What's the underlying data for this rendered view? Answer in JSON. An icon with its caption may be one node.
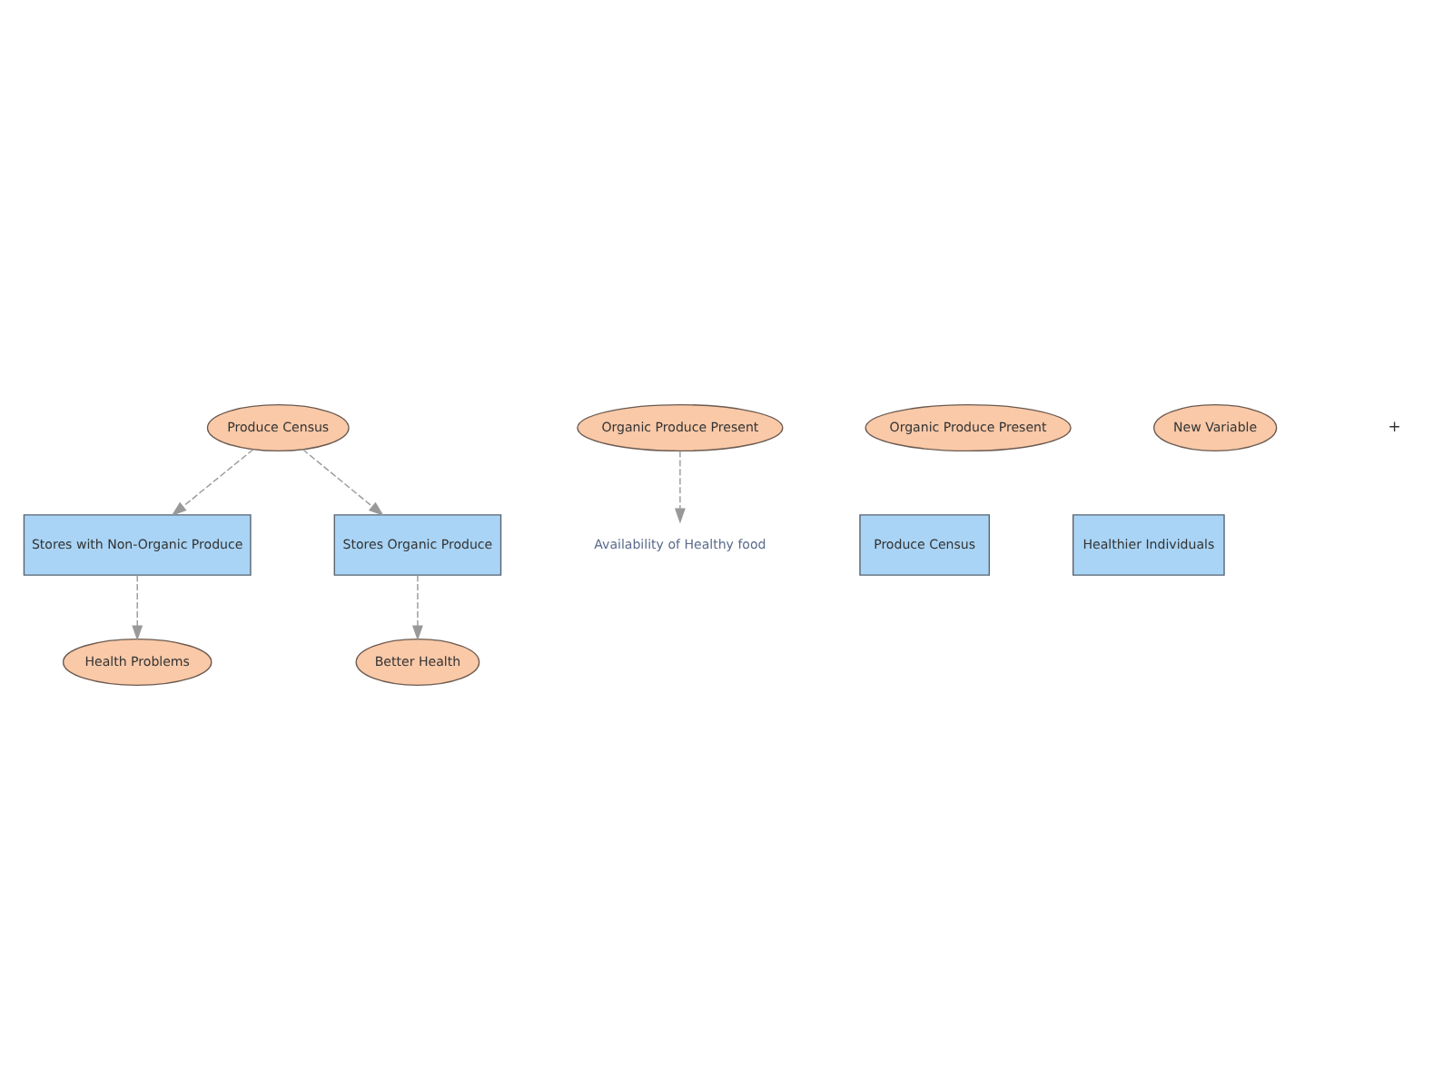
{
  "diagram": {
    "nodes": [
      {
        "text": [
          "Produce Census"
        ]
      },
      {
        "text": [
          "Stores with Non-Organic Produce"
        ]
      },
      {
        "text": [
          "Stores Organic Produce"
        ]
      },
      {
        "text": [
          "Health Problems"
        ]
      },
      {
        "text": [
          "Better Health"
        ]
      },
      {
        "text": [
          "Organic Produce Present"
        ]
      },
      {
        "text": [
          "Produce Census"
        ]
      },
      {
        "text": [
          "Availability of Healthy food"
        ]
      },
      {
        "text": [
          "Healthier Individuals"
        ]
      },
      {
        "text": [
          "Organic Produce Present"
        ]
      },
      {
        "text": [
          "New Variable"
        ]
      }
    ],
    "edges": [
      {
        "from": 0,
        "to": 1,
        "arrow": "to",
        "style": "dashed"
      },
      {
        "from": 0,
        "to": 2,
        "arrow": "to",
        "style": "dashed"
      },
      {
        "from": 1,
        "to": 3,
        "arrow": "to",
        "style": "dashed"
      },
      {
        "from": 2,
        "to": 4,
        "arrow": "to",
        "style": "dashed"
      },
      {
        "from": 5,
        "to": 7,
        "arrow": "to",
        "style": "dashed"
      }
    ],
    "labels": [
      "+"
    ]
  }
}
